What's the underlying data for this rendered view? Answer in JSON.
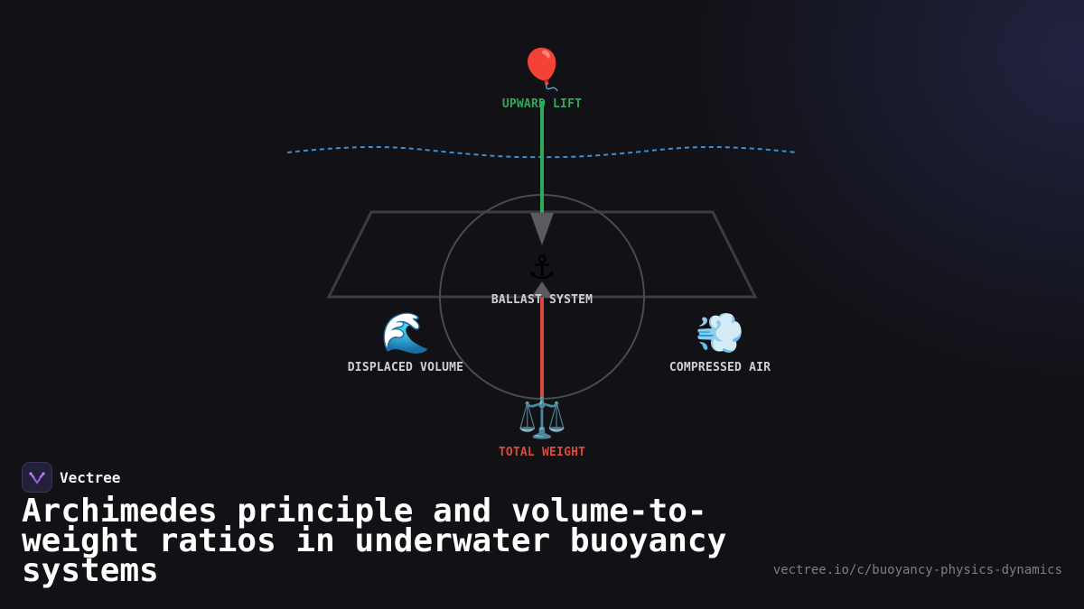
{
  "brand": {
    "name": "Vectree"
  },
  "title": "Archimedes principle and volume-to-weight ratios in underwater buoyancy systems",
  "url": "vectree.io/c/buoyancy-physics-dynamics",
  "nodes": {
    "lift": {
      "emoji": "🎈",
      "label": "UPWARD LIFT"
    },
    "ballast": {
      "emoji": "⚓",
      "label": "BALLAST SYSTEM"
    },
    "volume": {
      "emoji": "🌊",
      "label": "DISPLACED VOLUME"
    },
    "air": {
      "emoji": "💨",
      "label": "COMPRESSED AIR"
    },
    "weight": {
      "emoji": "⚖️",
      "label": "TOTAL WEIGHT"
    }
  },
  "colors": {
    "lift": "#2fa85a",
    "weight": "#d84a3f",
    "water": "#3a8fd8",
    "hull": "#3c3c42"
  }
}
